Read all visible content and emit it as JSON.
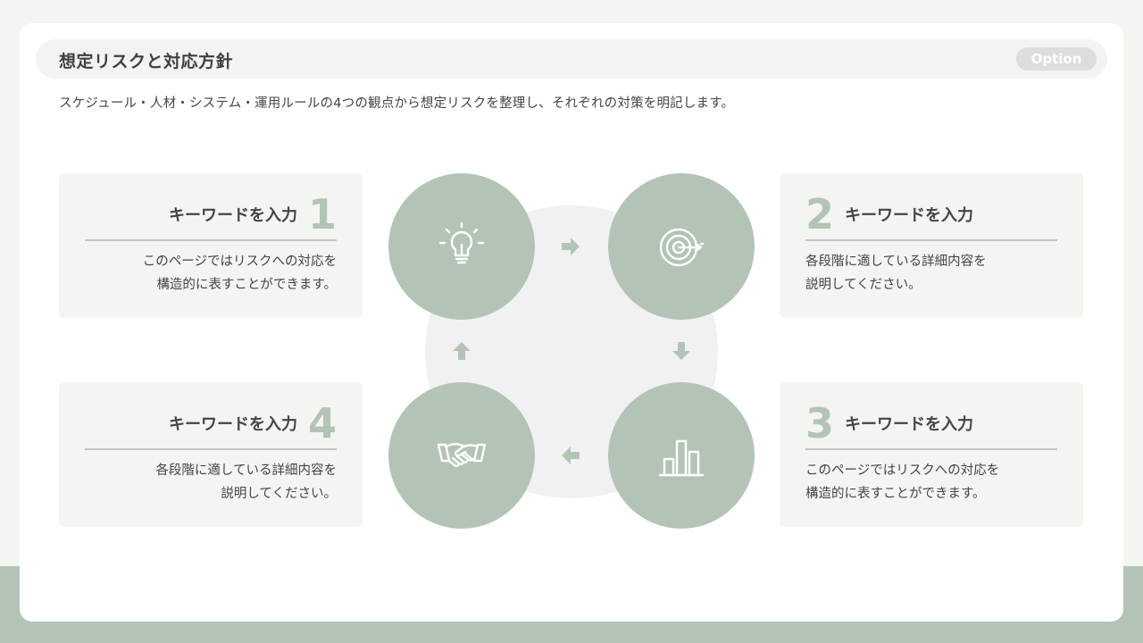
{
  "header": {
    "title": "想定リスクと対応方針",
    "option_label": "Option"
  },
  "subtitle": "スケジュール・人材・システム・運用ルールの4つの観点から想定リスクを整理し、それぞれの対策を明記します。",
  "colors": {
    "accent": "#b3c4b7",
    "panel": "#f4f4f1",
    "center_bg": "#f1f1f3"
  },
  "steps": [
    {
      "number": "1",
      "keyword": "キーワードを入力",
      "lines": [
        "このページではリスクへの対応を",
        "構造的に表すことができます。"
      ],
      "icon": "lightbulb-icon"
    },
    {
      "number": "2",
      "keyword": "キーワードを入力",
      "lines": [
        "各段階に適している詳細内容を",
        "説明してください。"
      ],
      "icon": "target-icon"
    },
    {
      "number": "3",
      "keyword": "キーワードを入力",
      "lines": [
        "このページではリスクへの対応を",
        "構造的に表すことができます。"
      ],
      "icon": "bar-chart-icon"
    },
    {
      "number": "4",
      "keyword": "キーワードを入力",
      "lines": [
        "各段階に適している詳細内容を",
        "説明してください。"
      ],
      "icon": "handshake-icon"
    }
  ],
  "arrows": [
    "arrow-right-icon",
    "arrow-down-icon",
    "arrow-left-icon",
    "arrow-up-icon"
  ]
}
